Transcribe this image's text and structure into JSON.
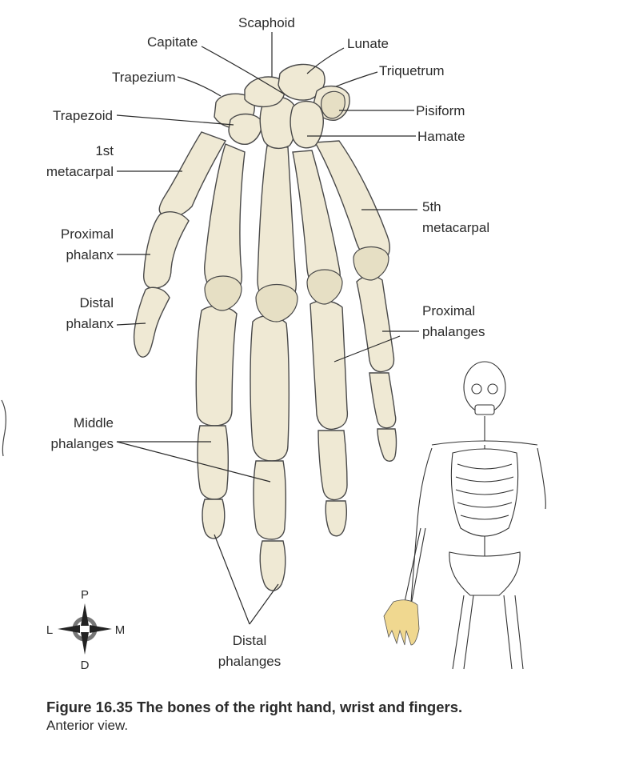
{
  "labels": {
    "scaphoid": "Scaphoid",
    "capitate": "Capitate",
    "lunate": "Lunate",
    "trapezium": "Trapezium",
    "triquetrum": "Triquetrum",
    "trapezoid": "Trapezoid",
    "pisiform": "Pisiform",
    "hamate": "Hamate",
    "first_metacarpal_1": "1st",
    "first_metacarpal_2": "metacarpal",
    "fifth_metacarpal_1": "5th",
    "fifth_metacarpal_2": "metacarpal",
    "proximal_phalanx_1": "Proximal",
    "proximal_phalanx_2": "phalanx",
    "distal_phalanx_1": "Distal",
    "distal_phalanx_2": "phalanx",
    "proximal_phalanges_1": "Proximal",
    "proximal_phalanges_2": "phalanges",
    "middle_phalanges_1": "Middle",
    "middle_phalanges_2": "phalanges",
    "distal_phalanges_1": "Distal",
    "distal_phalanges_2": "phalanges"
  },
  "compass": {
    "p": "P",
    "d": "D",
    "l": "L",
    "m": "M"
  },
  "caption": {
    "title": "Figure 16.35 The bones of the right hand, wrist and fingers.",
    "subtitle": "Anterior view."
  },
  "colors": {
    "bone_fill": "#efe9d4",
    "bone_outline": "#4a4a4a",
    "highlight": "#f0d890",
    "text": "#2b2b2b"
  }
}
